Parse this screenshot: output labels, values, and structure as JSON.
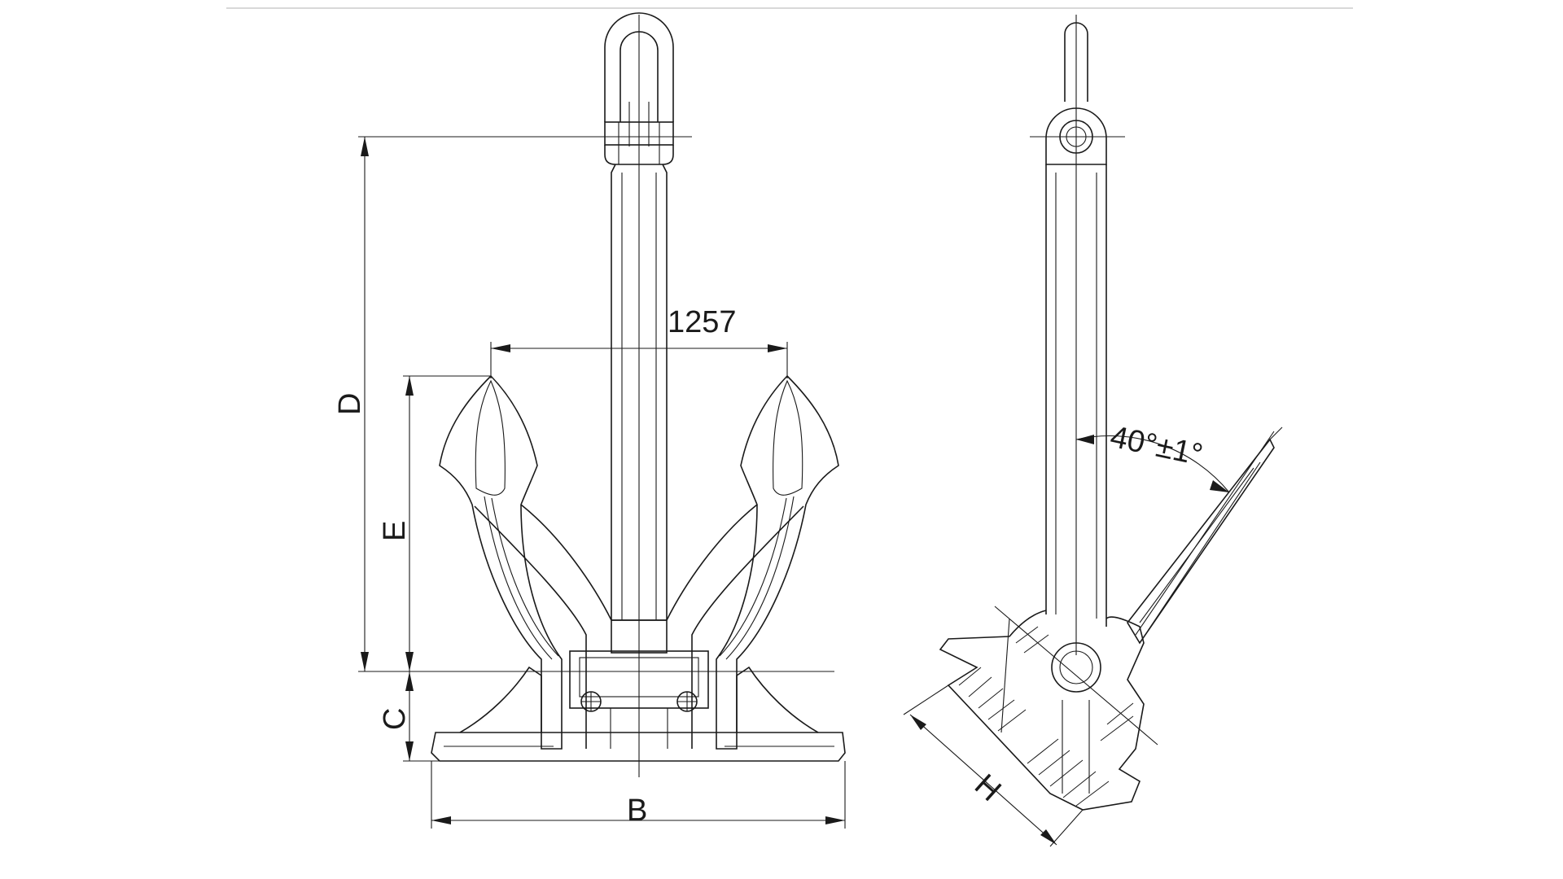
{
  "drawing": {
    "title": "",
    "dimensions": {
      "palm_span": "1257",
      "d_label": "D",
      "e_label": "E",
      "c_label": "C",
      "b_label": "B",
      "h_label": "H",
      "angle": "40°±1°"
    },
    "line_color": "#1a1a1a",
    "background": "#ffffff"
  }
}
